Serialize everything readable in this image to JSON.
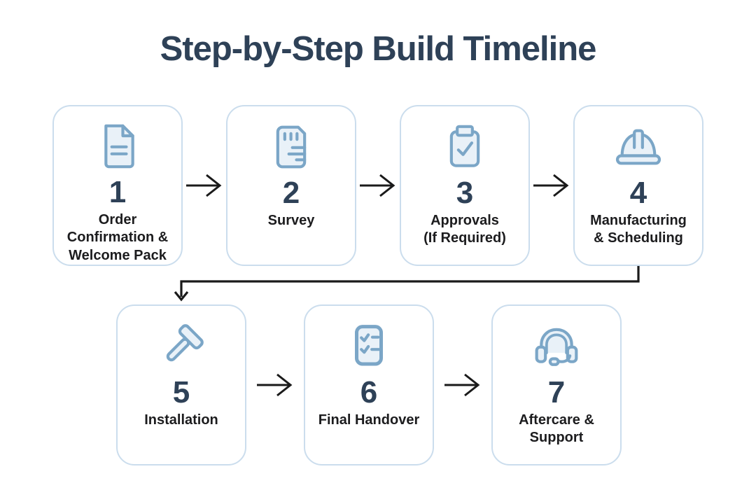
{
  "title": "Step-by-Step Build Timeline",
  "colors": {
    "background": "#ffffff",
    "title": "#2e4157",
    "number": "#2e4157",
    "label": "#1c1c1e",
    "card_border": "#cbdded",
    "icon_stroke": "#7ba6c7",
    "icon_fill": "#e9f1f8",
    "arrow": "#1a1a1a"
  },
  "rows": [
    {
      "steps": [
        {
          "number": "1",
          "label": "Order\nConfirmation &\nWelcome Pack",
          "icon": "document-icon"
        },
        {
          "number": "2",
          "label": "Survey",
          "icon": "survey-ruler-icon"
        },
        {
          "number": "3",
          "label": "Approvals\n(If Required)",
          "icon": "clipboard-check-icon"
        },
        {
          "number": "4",
          "label": "Manufacturing\n& Scheduling",
          "icon": "hardhat-icon"
        }
      ]
    },
    {
      "steps": [
        {
          "number": "5",
          "label": "Installation",
          "icon": "hammer-icon"
        },
        {
          "number": "6",
          "label": "Final Handover",
          "icon": "checklist-icon"
        },
        {
          "number": "7",
          "label": "Aftercare &\nSupport",
          "icon": "headset-icon"
        }
      ]
    }
  ]
}
